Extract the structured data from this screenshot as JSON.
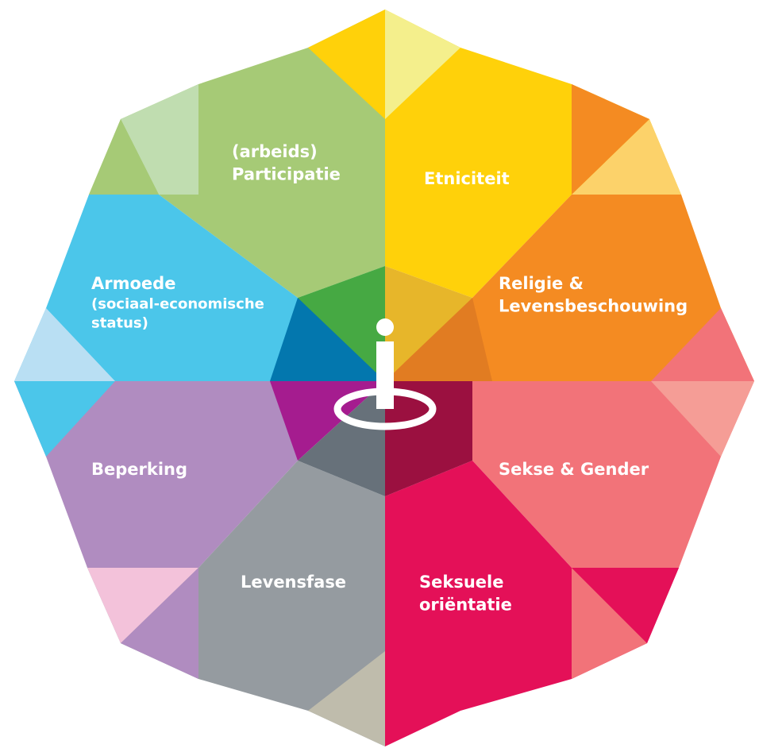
{
  "segments": [
    {
      "key": "participatie",
      "lines": [
        "(arbeids)",
        "Participatie"
      ],
      "color": "#a6ca76",
      "color_light": "#c0ddb0",
      "color_center": "#46a943"
    },
    {
      "key": "etniciteit",
      "lines": [
        "Etniciteit"
      ],
      "color": "#ffd10a",
      "color_light": "#f4ef8c",
      "color_center": "#e7b62a"
    },
    {
      "key": "religie",
      "lines": [
        "Religie &",
        "Levensbeschouwing"
      ],
      "color": "#f48b22",
      "color_light": "#fcd26a",
      "color_center": "#e17c22"
    },
    {
      "key": "sekse",
      "lines": [
        "Sekse & Gender"
      ],
      "color": "#f27379",
      "color_light": "#f59d96",
      "color_center": "#9b1040"
    },
    {
      "key": "seksuele",
      "lines": [
        "Seksuele",
        "oriëntatie"
      ],
      "color": "#e41058",
      "color_light": "#f27379",
      "color_center": "#9b1040"
    },
    {
      "key": "levensfase",
      "lines": [
        "Levensfase"
      ],
      "color": "#959ba0",
      "color_light": "#bfbcac",
      "color_center": "#67717a"
    },
    {
      "key": "beperking",
      "lines": [
        "Beperking"
      ],
      "color": "#b08cc0",
      "color_light": "#f3c2da",
      "color_center": "#a51c8f"
    },
    {
      "key": "armoede",
      "lines": [
        "Armoede",
        "(sociaal-economische",
        "status)"
      ],
      "color": "#4bc6ea",
      "color_light": "#b9dff3",
      "color_center": "#0377ae"
    }
  ],
  "center_icon": "person-standing-on-circle-icon",
  "center_color": "#ffffff"
}
